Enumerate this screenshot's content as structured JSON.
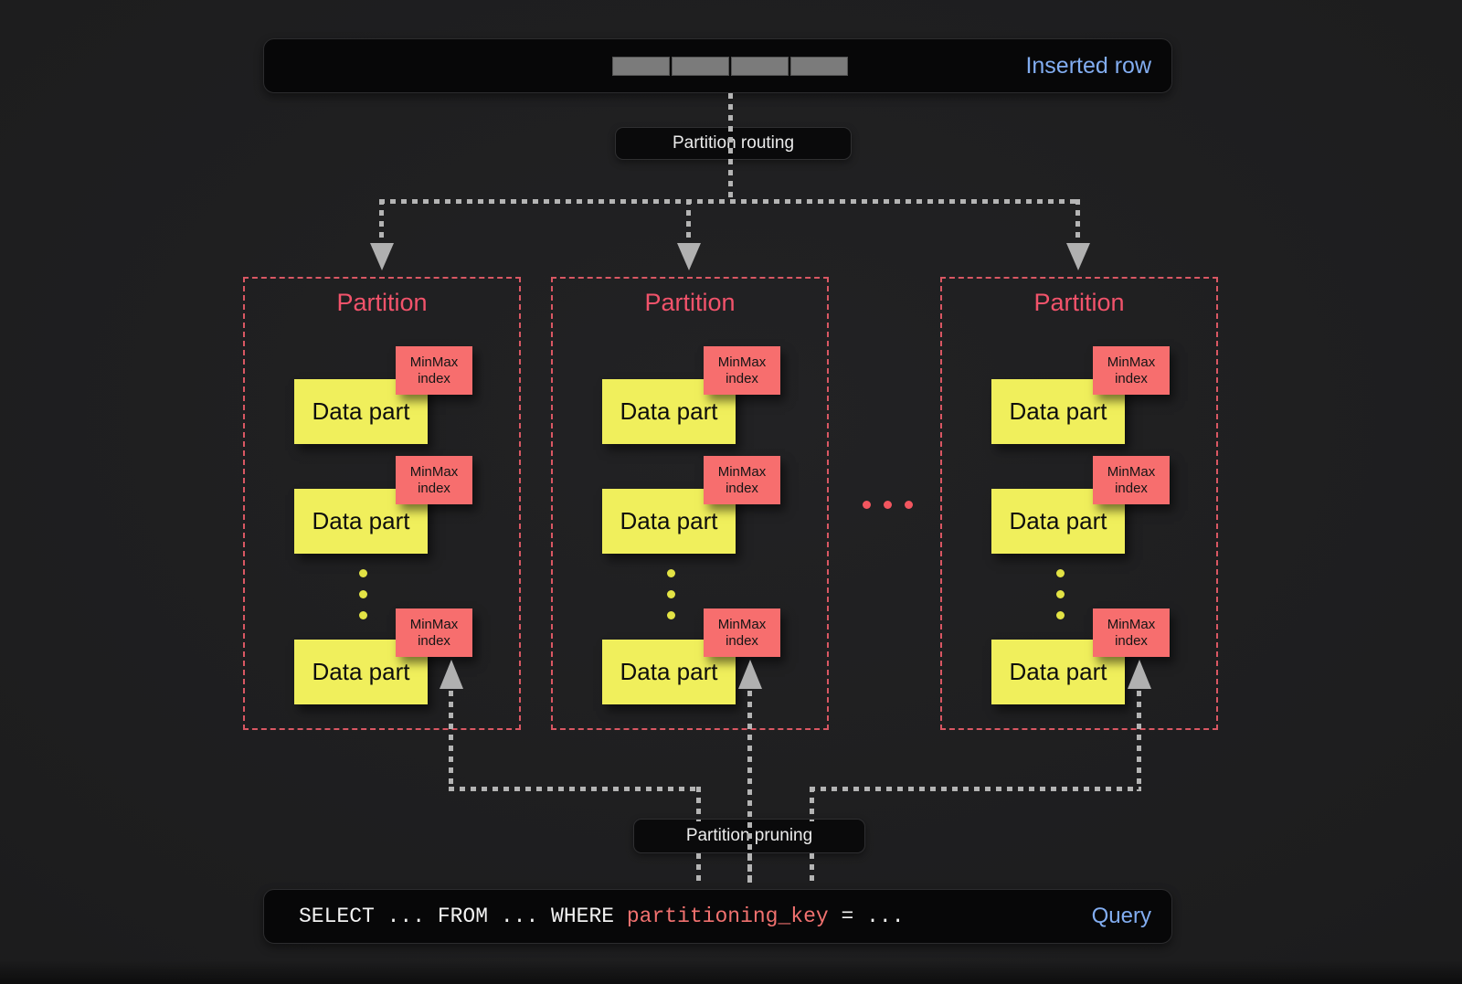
{
  "inserted_row_box": {
    "label": "Inserted row",
    "cells": 4
  },
  "flow_labels": {
    "routing": "Partition routing",
    "pruning": "Partition pruning"
  },
  "partitions": [
    {
      "title": "Partition",
      "parts": [
        {
          "label": "Data part",
          "index_label": "MinMax index"
        },
        {
          "label": "Data part",
          "index_label": "MinMax index"
        },
        {
          "label": "Data part",
          "index_label": "MinMax index"
        }
      ]
    },
    {
      "title": "Partition",
      "parts": [
        {
          "label": "Data part",
          "index_label": "MinMax index"
        },
        {
          "label": "Data part",
          "index_label": "MinMax index"
        },
        {
          "label": "Data part",
          "index_label": "MinMax index"
        }
      ]
    },
    {
      "title": "Partition",
      "parts": [
        {
          "label": "Data part",
          "index_label": "MinMax index"
        },
        {
          "label": "Data part",
          "index_label": "MinMax index"
        },
        {
          "label": "Data part",
          "index_label": "MinMax index"
        }
      ]
    }
  ],
  "query_box": {
    "code_prefix": "SELECT ... FROM ... WHERE ",
    "code_key": "partitioning_key",
    "code_suffix": " = ...",
    "label": "Query"
  },
  "colors": {
    "accent_blue": "#82adf1",
    "partition_red": "#f2536b",
    "minmax_red": "#f76e6e",
    "datapart_yellow": "#f0ef5c",
    "connector_gray": "#b4b4b4",
    "border_red_dashed": "#d95763"
  }
}
